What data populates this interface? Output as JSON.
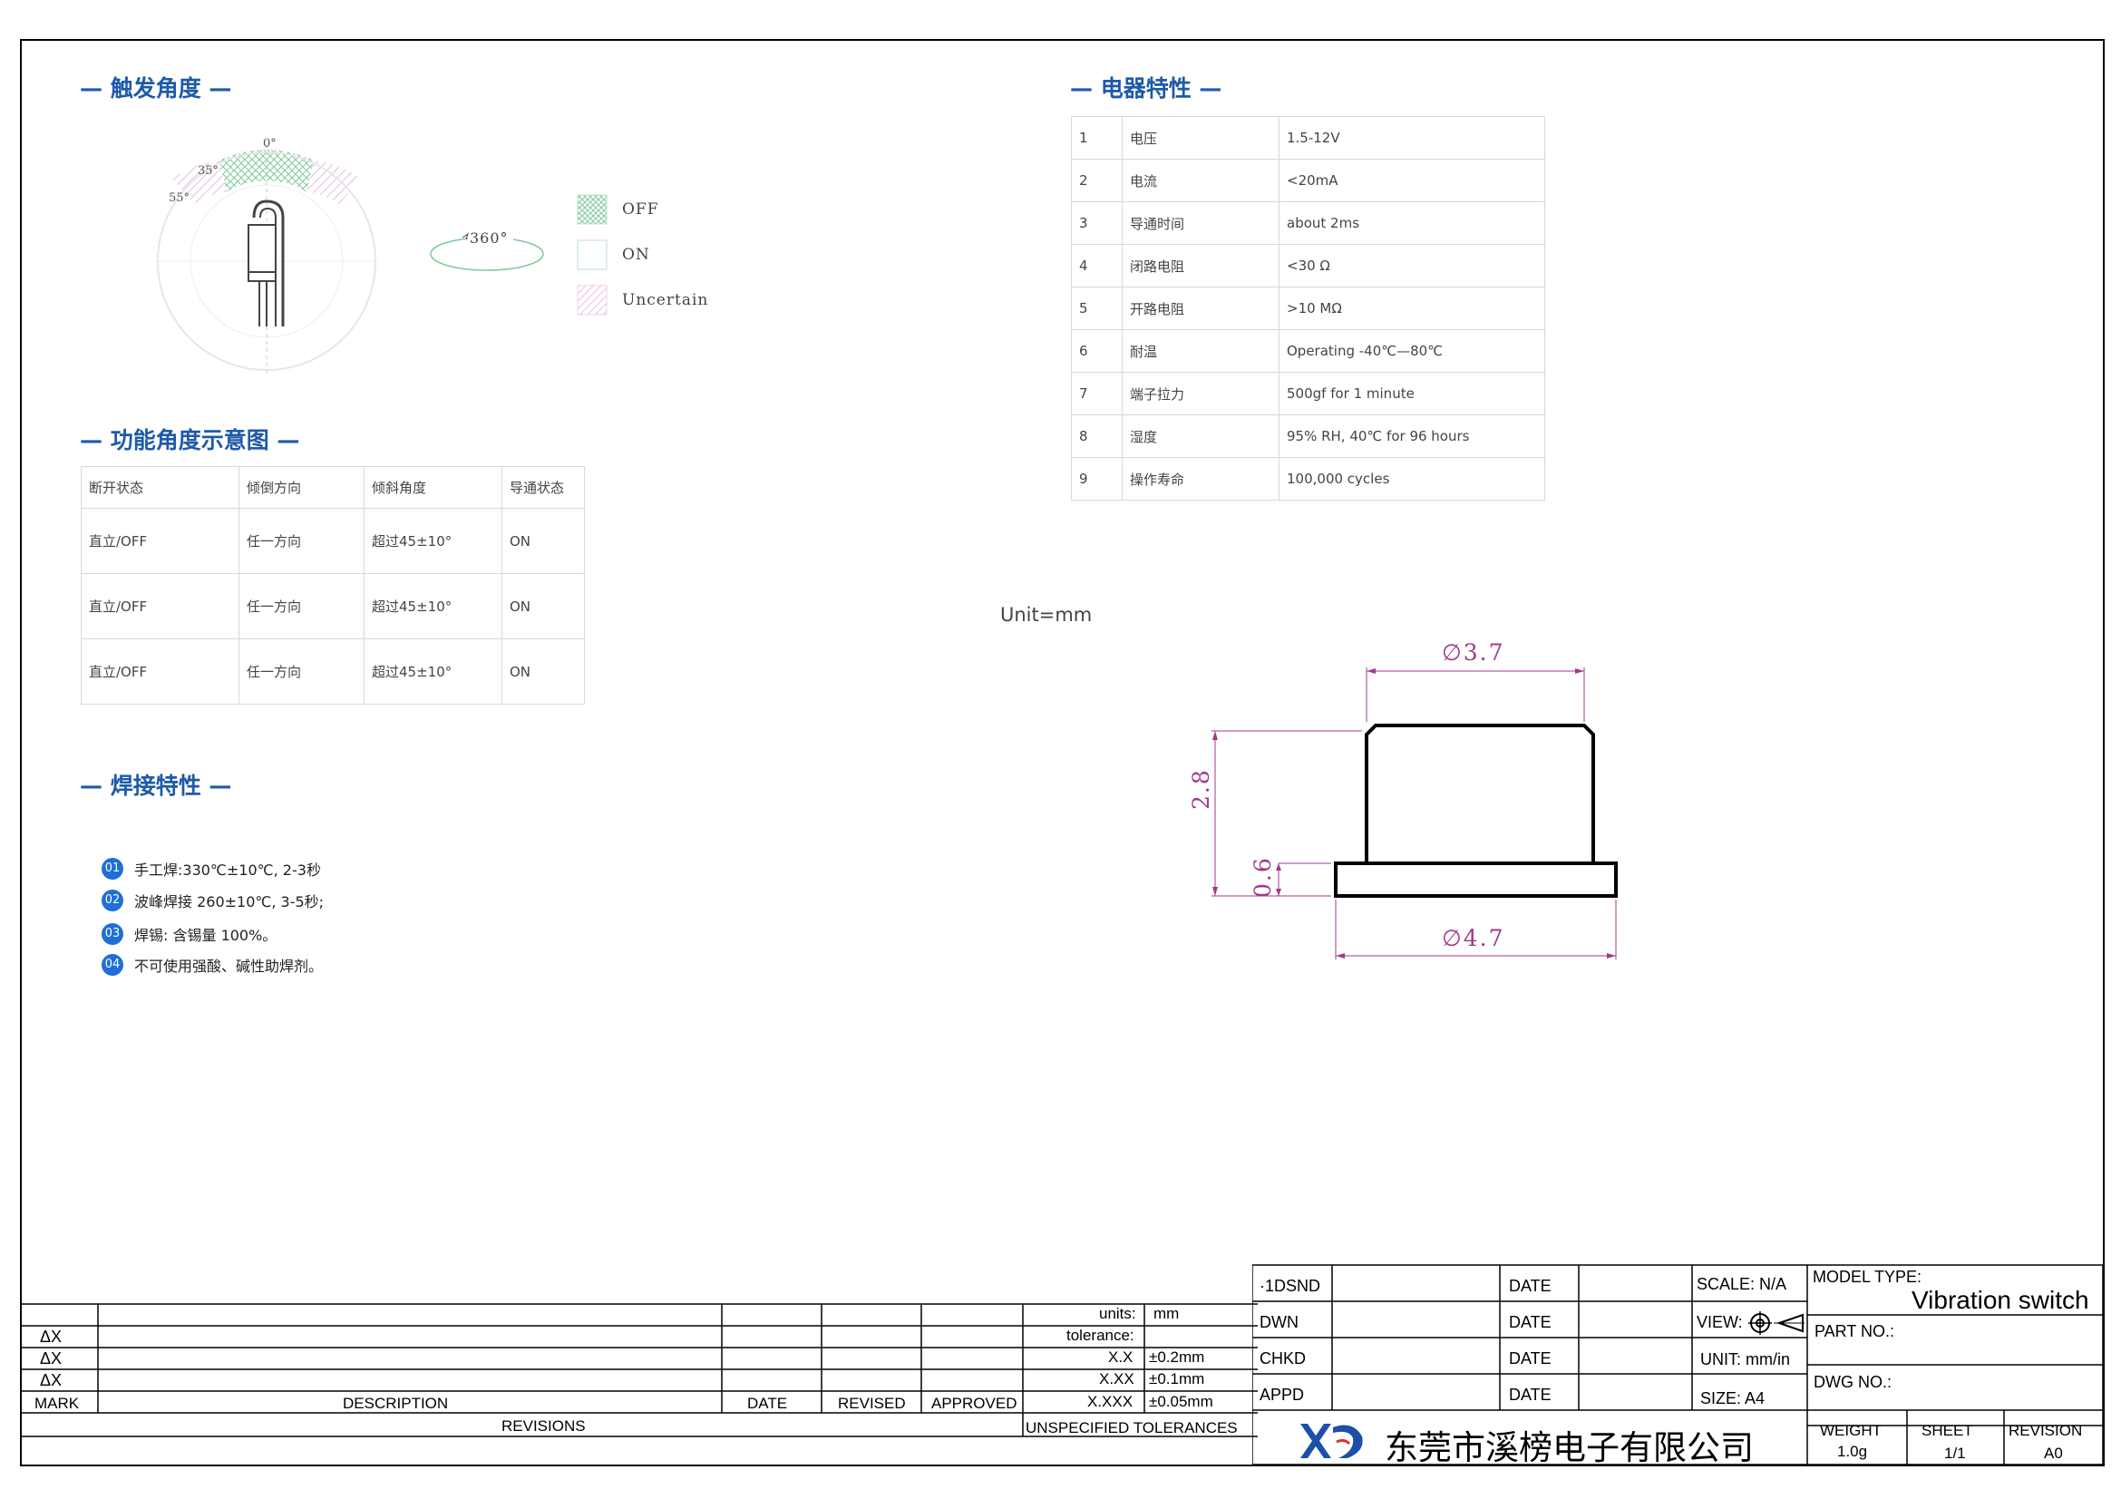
{
  "sections": {
    "trigger_angle": "— 触发角度 —",
    "electrical": "— 电器特性 —",
    "function_angle": "— 功能角度示意图 —",
    "soldering": "— 焊接特性 —"
  },
  "angle_diagram": {
    "label_0": "0°",
    "label_35": "35°",
    "label_55": "55°",
    "label_360": "360°"
  },
  "legend": [
    {
      "label": "OFF"
    },
    {
      "label": "ON"
    },
    {
      "label": "Uncertain"
    }
  ],
  "electrical_table": [
    {
      "no": "1",
      "name": "电压",
      "value": "1.5-12V"
    },
    {
      "no": "2",
      "name": "电流",
      "value": "<20mA"
    },
    {
      "no": "3",
      "name": "导通时间",
      "value": "about 2ms"
    },
    {
      "no": "4",
      "name": "闭路电阻",
      "value": "<30 Ω"
    },
    {
      "no": "5",
      "name": "开路电阻",
      "value": ">10 MΩ"
    },
    {
      "no": "6",
      "name": "耐温",
      "value": "Operating -40℃—80℃"
    },
    {
      "no": "7",
      "name": "端子拉力",
      "value": "500gf for 1 minute"
    },
    {
      "no": "8",
      "name": "湿度",
      "value": "95% RH, 40℃ for 96 hours"
    },
    {
      "no": "9",
      "name": "操作寿命",
      "value": "100,000 cycles"
    }
  ],
  "function_table": {
    "headers": [
      "断开状态",
      "倾倒方向",
      "倾斜角度",
      "导通状态"
    ],
    "rows": [
      [
        "直立/OFF",
        "任一方向",
        "超过45±10°",
        "ON"
      ],
      [
        "直立/OFF",
        "任一方向",
        "超过45±10°",
        "ON"
      ],
      [
        "直立/OFF",
        "任一方向",
        "超过45±10°",
        "ON"
      ]
    ]
  },
  "soldering": [
    {
      "num": "01",
      "text": "手工焊:330℃±10℃, 2-3秒"
    },
    {
      "num": "02",
      "text": "波峰焊接 260±10℃, 3-5秒;"
    },
    {
      "num": "03",
      "text": "焊锡: 含锡量 100%。"
    },
    {
      "num": "04",
      "text": "不可使用强酸、碱性助焊剂。"
    }
  ],
  "drawing": {
    "unit": "Unit=mm",
    "dia_top": "∅3.7",
    "dia_bottom": "∅4.7",
    "height": "2.8",
    "flange": "0.6"
  },
  "revisions": {
    "units_label": "units:",
    "units_value": "mm",
    "tolerance_label": "tolerance:",
    "tol_rows": [
      {
        "label": "X.X",
        "value": "±0.2mm"
      },
      {
        "label": "X.XX",
        "value": "±0.1mm"
      },
      {
        "label": "X.XXX",
        "value": "±0.05mm"
      }
    ],
    "delta_mark": "ΔX",
    "mark": "MARK",
    "description": "DESCRIPTION",
    "date": "DATE",
    "revised": "REVISED",
    "approved": "APPROVED",
    "revisions": "REVISIONS",
    "unspecified": "UNSPECIFIED TOLERANCES"
  },
  "title_block": {
    "dsnd": "·1DSND",
    "dwn": "DWN",
    "chkd": "CHKD",
    "appd": "APPD",
    "date": "DATE",
    "scale": "SCALE: N/A",
    "view": "VIEW:",
    "unit": "UNIT: mm/in",
    "size": "SIZE: A4",
    "model_type_label": "MODEL TYPE:",
    "model_type": "Vibration switch",
    "part_no": "PART NO.:",
    "dwg_no": "DWG NO.:",
    "weight_label": "WEIGHT",
    "weight": "1.0g",
    "sheet_label": "SHEET",
    "sheet": "1/1",
    "revision_label": "REVISION",
    "revision": "A0",
    "company": "东莞市溪榜电子有限公司"
  },
  "colors": {
    "heading": "#1e5aa8",
    "badge": "#1e6fd8",
    "dimension": "#a03a8c",
    "off_pattern": "#7fc99a",
    "uncertain_pattern": "#e0a6d6"
  }
}
